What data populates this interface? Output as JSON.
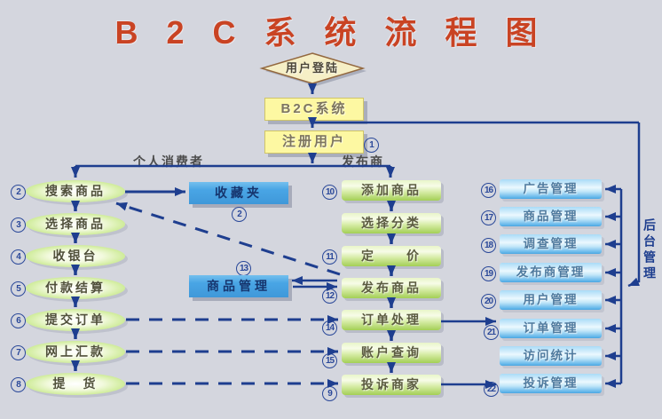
{
  "title": "B 2 C 系 统 流 程 图",
  "colors": {
    "bg": "#d4d6de",
    "line": "#1e3e8f",
    "title": "#c94323"
  },
  "top_flow": {
    "login_label": "用户登陆",
    "system_label": "B2C系统",
    "register_label": "注册用户",
    "register_num": "1",
    "consumer_branch": "个人消费者",
    "publisher_branch": "发布商"
  },
  "consumer_steps": [
    {
      "num": "2",
      "label": "搜索商品"
    },
    {
      "num": "3",
      "label": "选择商品"
    },
    {
      "num": "4",
      "label": "收银台"
    },
    {
      "num": "5",
      "label": "付款结算"
    },
    {
      "num": "6",
      "label": "提交订单"
    },
    {
      "num": "7",
      "label": "网上汇款"
    },
    {
      "num": "8",
      "label": "提　货"
    }
  ],
  "favorites_box": {
    "num": "2",
    "label": "收藏夹"
  },
  "product_mgmt_box": {
    "num": "13",
    "label": "商品管理"
  },
  "publisher_steps": [
    {
      "num": "10",
      "label": "添加商品"
    },
    {
      "num": "",
      "label": "选择分类"
    },
    {
      "num": "11",
      "label": "定　　价"
    },
    {
      "num": "12",
      "label": "发布商品"
    },
    {
      "num": "14",
      "label": "订单处理"
    },
    {
      "num": "15",
      "label": "账户查询"
    },
    {
      "num": "9",
      "label": "投诉商家"
    }
  ],
  "admin_panel": {
    "side_label": "后台管理",
    "boxes": [
      {
        "num": "16",
        "label": "广告管理"
      },
      {
        "num": "17",
        "label": "商品管理"
      },
      {
        "num": "18",
        "label": "调查管理"
      },
      {
        "num": "19",
        "label": "发布商管理"
      },
      {
        "num": "20",
        "label": "用户管理"
      },
      {
        "num": "21",
        "label": "订单管理"
      },
      {
        "num": "",
        "label": "访问统计"
      },
      {
        "num": "22",
        "label": "投诉管理"
      }
    ]
  }
}
